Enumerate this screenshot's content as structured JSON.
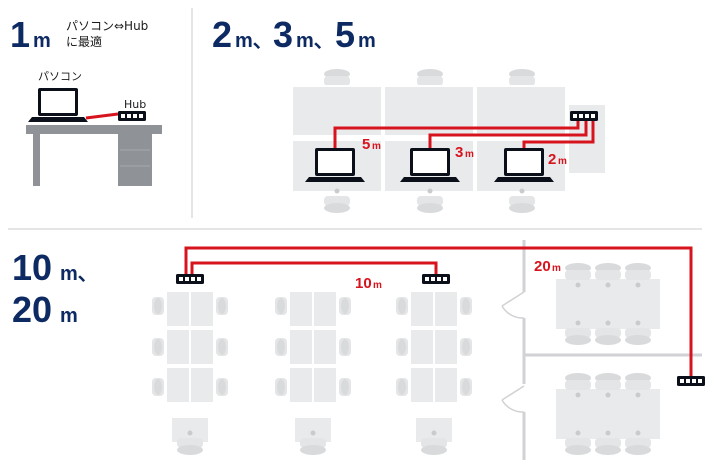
{
  "sections": {
    "one": {
      "num": "1",
      "unit": "m",
      "desc_line1": "パソコン⇔Hub",
      "desc_line2": "に最適"
    },
    "two": {
      "n1": "2",
      "u1": "m、",
      "n2": "3",
      "u2": "m、",
      "n3": "5",
      "u3": "m"
    },
    "three": {
      "n1": "10",
      "u1": "m、",
      "n2": "20",
      "u2": "m"
    }
  },
  "desk_labels": {
    "pc": "パソコン",
    "hub": "Hub"
  },
  "cable_labels": {
    "m5": {
      "num": "5",
      "unit": "m"
    },
    "m3": {
      "num": "3",
      "unit": "m"
    },
    "m2": {
      "num": "2",
      "unit": "m"
    },
    "m10": {
      "num": "10",
      "unit": "m"
    },
    "m20": {
      "num": "20",
      "unit": "m"
    }
  },
  "colors": {
    "navy": "#0d2a63",
    "cable": "#d7141e",
    "furniture": "#e9eaeb",
    "outline": "#c9cbce"
  }
}
